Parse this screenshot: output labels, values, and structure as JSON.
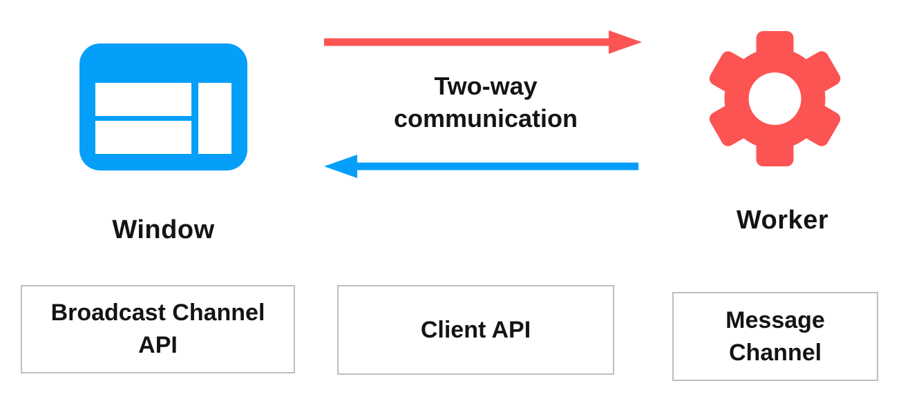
{
  "diagram": {
    "title": "Window-Worker two-way communication diagram",
    "window_node": {
      "label": "Window",
      "icon": "browser-window-icon"
    },
    "worker_node": {
      "label": "Worker",
      "icon": "gear-icon"
    },
    "communication": {
      "label": "Two-way communication",
      "forward_arrow": {
        "direction": "right",
        "color": "#fb5453"
      },
      "return_arrow": {
        "direction": "left",
        "color": "#059ff9"
      }
    },
    "channels": [
      {
        "label": "Broadcast Channel API"
      },
      {
        "label": "Client API"
      },
      {
        "label": "Message Channel"
      }
    ],
    "colors": {
      "accent_blue": "#059ff9",
      "accent_red": "#fb5453",
      "box_border": "#bdbdbd",
      "text": "#141414",
      "background": "#ffffff"
    }
  }
}
